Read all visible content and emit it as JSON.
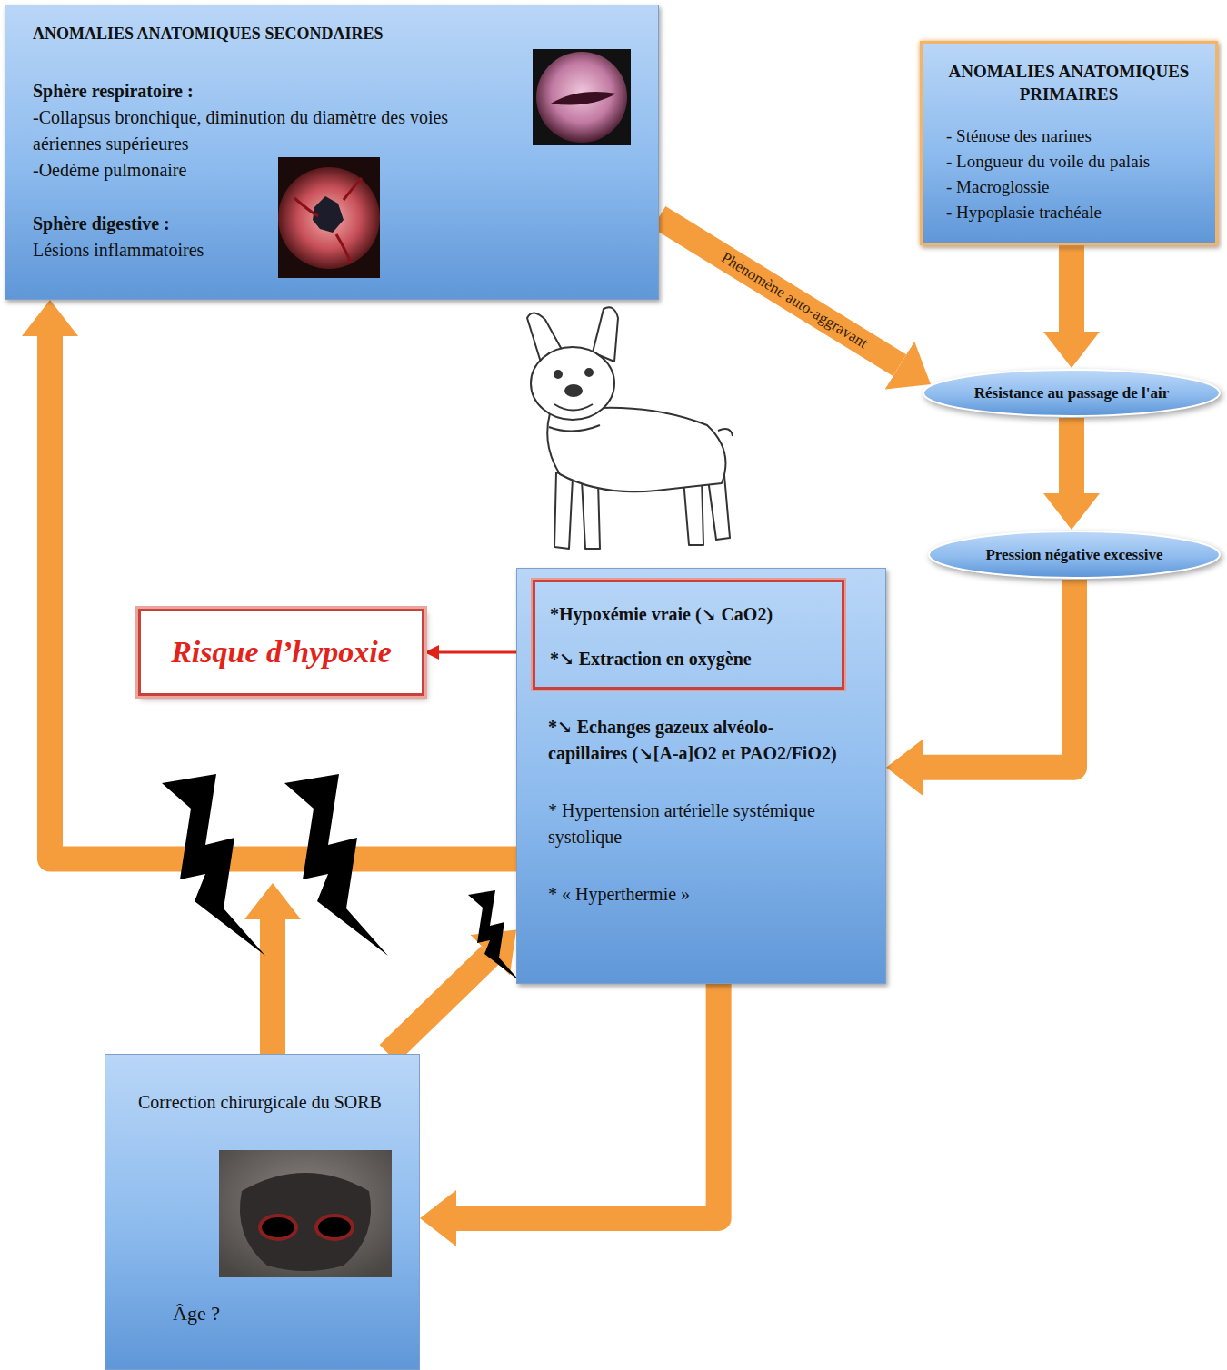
{
  "diagram": {
    "nodes": [
      {
        "text": [
          "ANOMALIES ANATOMIQUES SECONDAIRES",
          "Sphère respiratoire :",
          "-Collapsus bronchique, diminution du diamètre des voies aériennes supérieures",
          "-Oedème pulmonaire",
          "Sphère digestive :",
          "Lésions inflammatoires"
        ]
      },
      {
        "text": [
          "ANOMALIES ANATOMIQUES PRIMAIRES",
          "- Sténose des narines",
          "- Longueur du voile du palais",
          "- Macroglossie",
          "- Hypoplasie trachéale"
        ]
      },
      {
        "text": [
          "Résistance au passage de l'air"
        ]
      },
      {
        "text": [
          "Pression négative excessive"
        ]
      },
      {
        "text": [
          "*↘ Echanges gazeux alvéolo-capillaires (↘[A-a]O2 et PAO2/FiO2)",
          "* Hypertension artérielle systémique systolique",
          "* « Hyperthermie »"
        ]
      },
      {
        "text": [
          "*Hypoxémie vraie (↘ CaO2)",
          "*↘ Extraction en oxygène"
        ],
        "in": 4
      },
      {
        "text": [
          "Risque d’hypoxie"
        ]
      },
      {
        "text": [
          "Correction chirurgicale du SORB",
          "Âge ?"
        ]
      }
    ],
    "edges": [
      {
        "from": 1,
        "to": 2,
        "arrow": "to"
      },
      {
        "from": 0,
        "to": 2,
        "label": "Phénomène auto-aggravant",
        "arrow": "to"
      },
      {
        "from": 2,
        "to": 3,
        "arrow": "to"
      },
      {
        "from": 3,
        "to": 4,
        "arrow": "to"
      },
      {
        "from": 5,
        "to": 6,
        "arrow": "to"
      },
      {
        "from": 4,
        "to": 7,
        "arrow": "to"
      },
      {
        "from": 4,
        "to": 0,
        "arrow": "to"
      },
      {
        "from": 7,
        "to": 4,
        "arrow": "to"
      }
    ]
  }
}
